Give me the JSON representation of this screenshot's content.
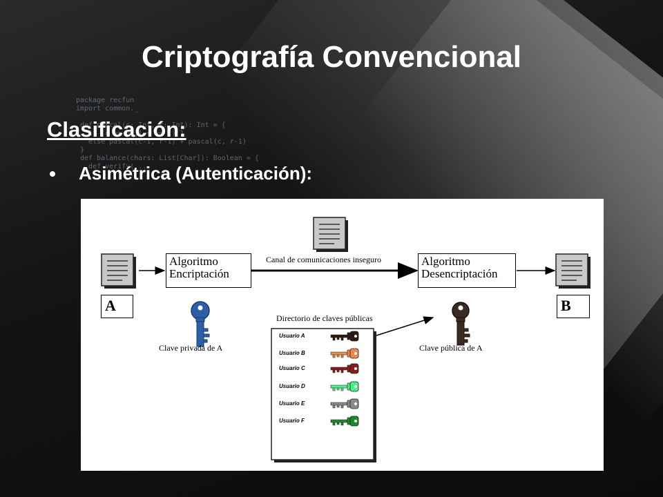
{
  "slide": {
    "title": "Criptografía Convencional",
    "subtitle": "Clasificación:",
    "bullet": "Asimétrica (Autenticación):"
  },
  "figure": {
    "channel_label": "Canal de comunicaciones inseguro",
    "algo_enc": {
      "line1": "Algoritmo",
      "line2": "Encriptación"
    },
    "algo_dec": {
      "line1": "Algoritmo",
      "line2": "Desencriptación"
    },
    "party_a": "A",
    "party_b": "B",
    "private_key_label": "Clave privada de A",
    "public_key_label": "Clave pública de A",
    "directory_title": "Directorio de claves públicas",
    "directory_users": [
      {
        "label": "Usuario A",
        "color": "#2a1a10"
      },
      {
        "label": "Usuario B",
        "color": "#f08a4b"
      },
      {
        "label": "Usuario C",
        "color": "#8b1a1a"
      },
      {
        "label": "Usuario D",
        "color": "#4cf08a"
      },
      {
        "label": "Usuario E",
        "color": "#8a8a8a"
      },
      {
        "label": "Usuario F",
        "color": "#1a8a2a"
      }
    ],
    "colors": {
      "private_key": "#2d5fa8",
      "public_key": "#3a2a22",
      "document": "#c8c8c8"
    }
  }
}
